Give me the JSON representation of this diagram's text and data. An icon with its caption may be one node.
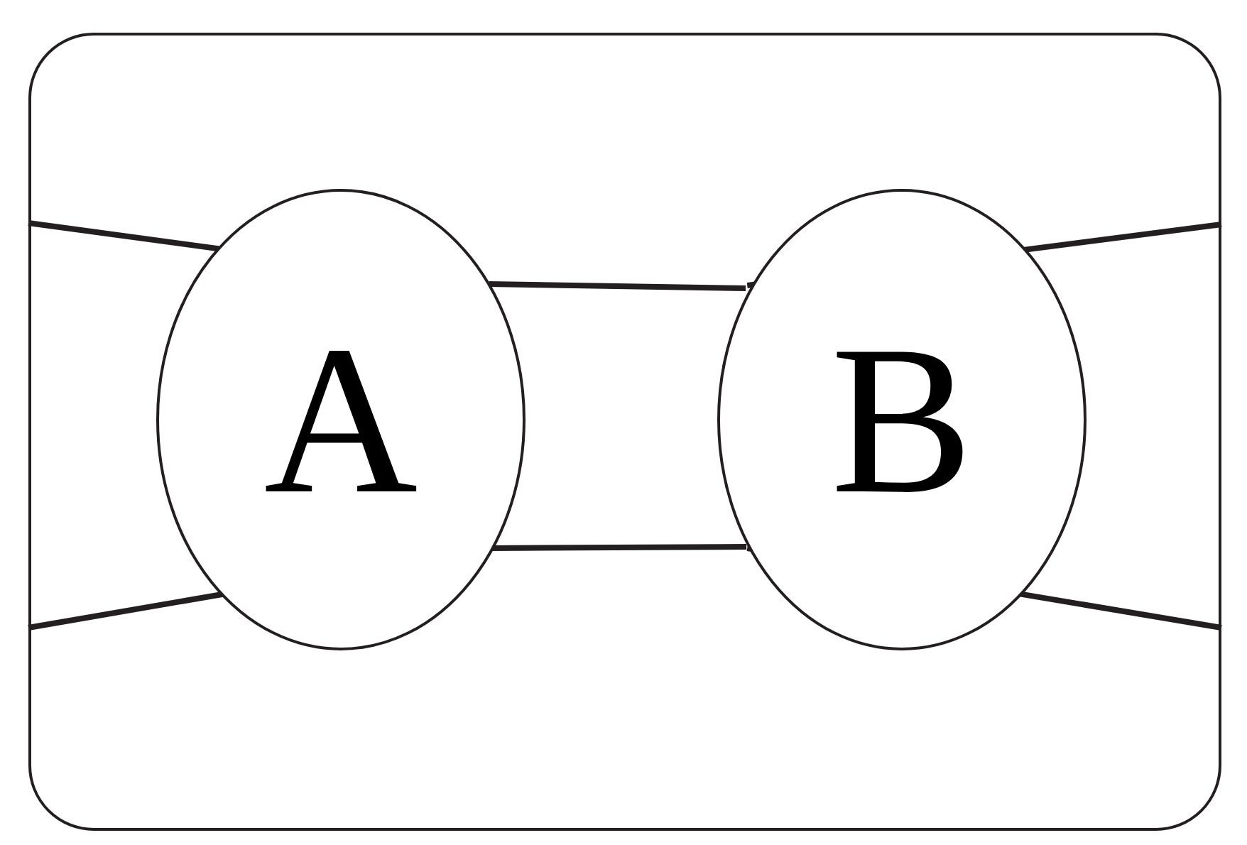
{
  "diagram": {
    "nodes": [
      {
        "text": [],
        "shape": "box"
      },
      {
        "text": [
          "A"
        ],
        "in": 0
      },
      {
        "text": [
          "B"
        ],
        "in": 0
      }
    ],
    "edges": [
      {
        "from": 0,
        "to": 1,
        "arrow": "none"
      },
      {
        "from": 0,
        "to": 1,
        "arrow": "none"
      },
      {
        "from": 1,
        "to": 2,
        "arrow": "none"
      },
      {
        "from": 1,
        "to": 2,
        "arrow": "none"
      },
      {
        "from": 2,
        "to": 0,
        "arrow": "none"
      },
      {
        "from": 2,
        "to": 0,
        "arrow": "none"
      }
    ]
  }
}
